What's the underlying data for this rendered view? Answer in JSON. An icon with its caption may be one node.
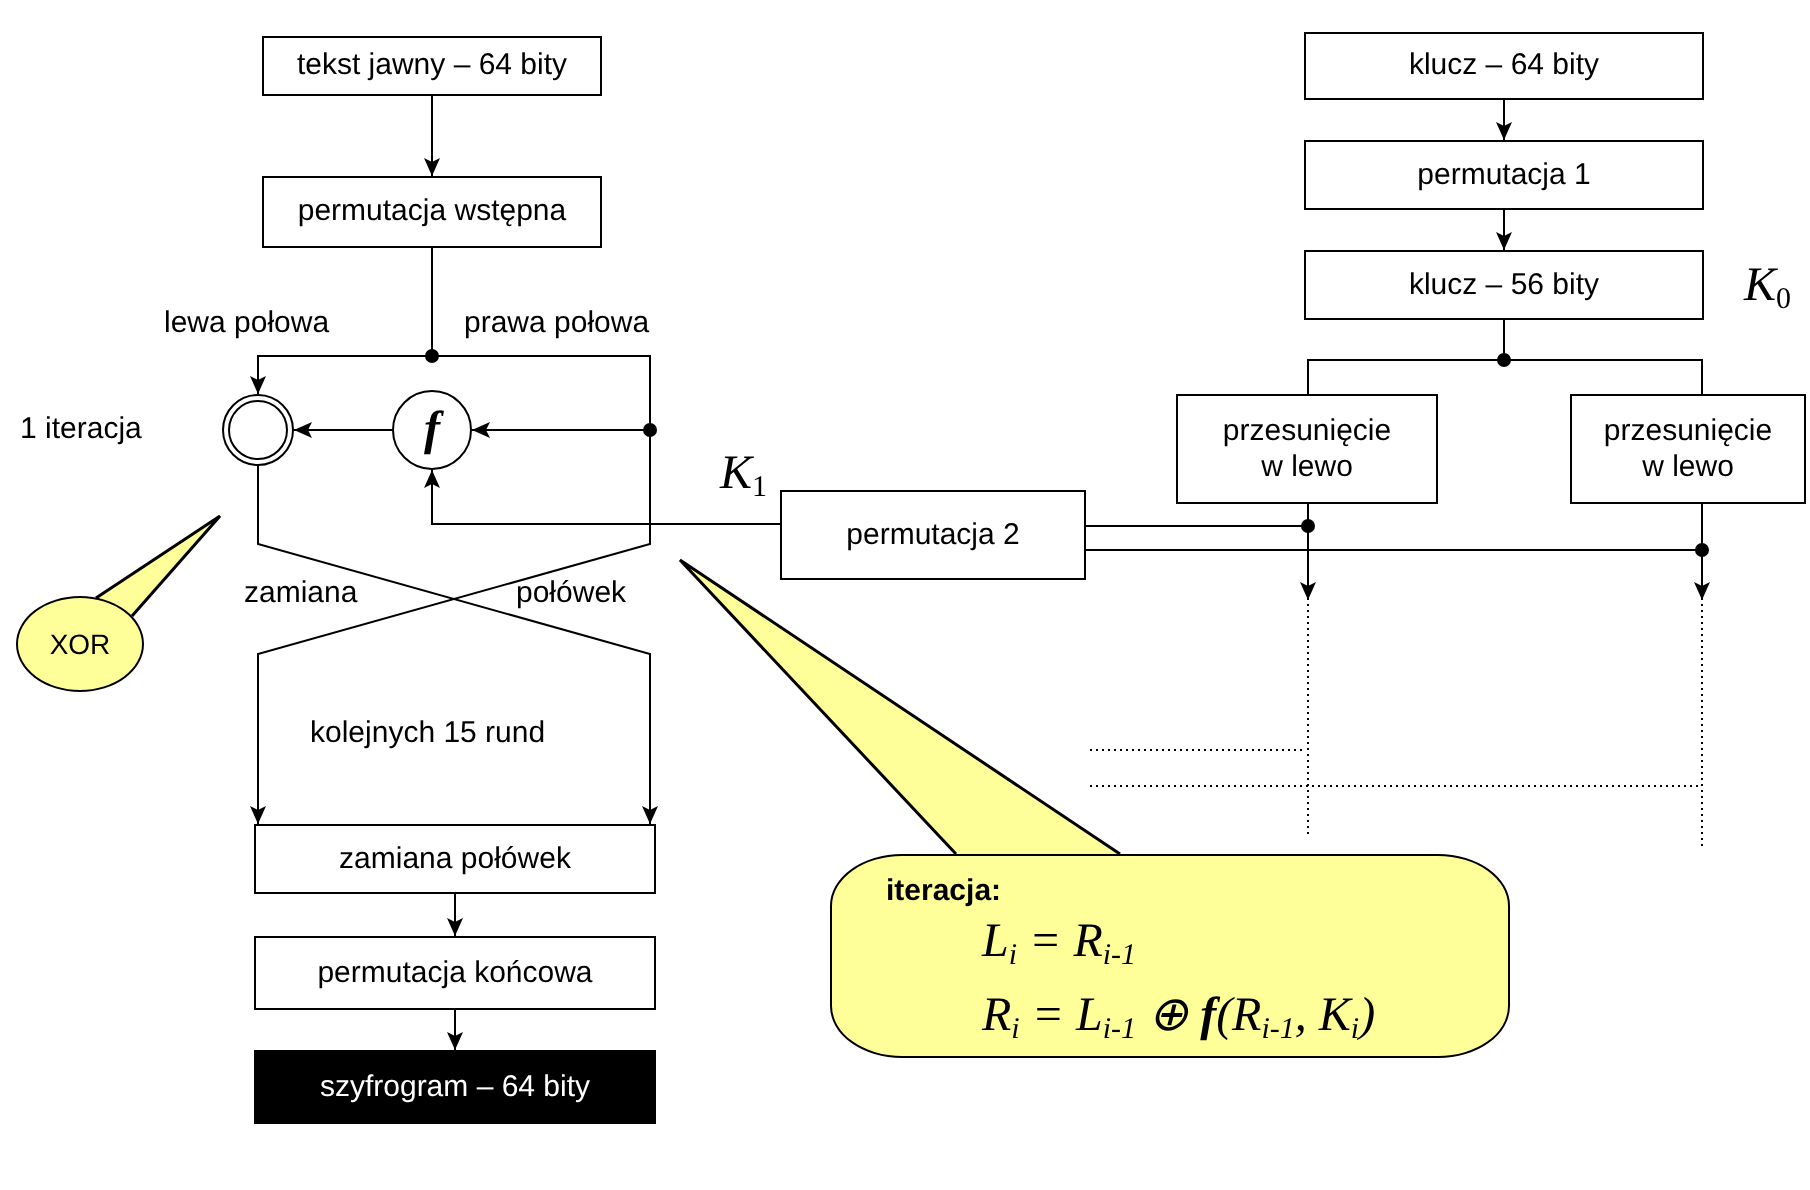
{
  "diagram": {
    "nodes": [
      {
        "text": [
          "tekst jawny – 64 bity"
        ]
      },
      {
        "text": [
          "permutacja wstępna"
        ]
      },
      {
        "text": [],
        "shape": "circle"
      },
      {
        "text": [
          "f"
        ]
      },
      {
        "text": [
          "zamiana połówek"
        ]
      },
      {
        "text": [
          "permutacja końcowa"
        ]
      },
      {
        "text": [
          "szyfrogram – 64 bity"
        ]
      },
      {
        "text": [
          "klucz – 64 bity"
        ]
      },
      {
        "text": [
          "permutacja 1"
        ]
      },
      {
        "text": [
          "klucz – 56 bity"
        ],
        "beside": [
          "K$_{0}$"
        ]
      },
      {
        "text": [
          "przesunięcie w lewo"
        ]
      },
      {
        "text": [
          "przesunięcie w lewo"
        ]
      },
      {
        "text": [
          "permutacja 2"
        ]
      },
      {
        "text": [
          "XOR"
        ]
      },
      {
        "text": [
          "iteracja:",
          "L$_{i}$ = R$_{i-1}$",
          "R$_{i}$ = L$_{i-1}$ ⊕ **f**(R$_{i-1}$, K$_{i}$)"
        ]
      }
    ],
    "edges": [
      {
        "from": 0,
        "to": 1,
        "arrow": "to"
      },
      {
        "from": 1,
        "to": 2,
        "arrow": "to"
      },
      {
        "from": 1,
        "to": 3,
        "arrow": "to"
      },
      {
        "from": 3,
        "to": 2,
        "arrow": "to"
      },
      {
        "from": 12,
        "to": 3,
        "arrow": "to",
        "label": "K$_{1}$"
      },
      {
        "from": 2,
        "to": 4,
        "arrow": "to"
      },
      {
        "from": 1,
        "to": 4,
        "arrow": "to"
      },
      {
        "from": 4,
        "to": 5,
        "arrow": "to"
      },
      {
        "from": 5,
        "to": 6,
        "arrow": "to"
      },
      {
        "from": 7,
        "to": 8,
        "arrow": "to"
      },
      {
        "from": 8,
        "to": 9,
        "arrow": "to"
      },
      {
        "from": 9,
        "to": 10,
        "arrow": "none"
      },
      {
        "from": 9,
        "to": 11,
        "arrow": "none"
      },
      {
        "from": 10,
        "to": 12,
        "arrow": "none"
      },
      {
        "from": 11,
        "to": 12,
        "arrow": "none"
      },
      {
        "from": 10,
        "to": null,
        "arrow": "to"
      },
      {
        "from": 11,
        "to": null,
        "arrow": "to"
      }
    ],
    "labels": [
      "lewa połowa",
      "prawa połowa",
      "1 iteracja",
      "zamiana",
      "połówek",
      "kolejnych 15 rund"
    ]
  }
}
